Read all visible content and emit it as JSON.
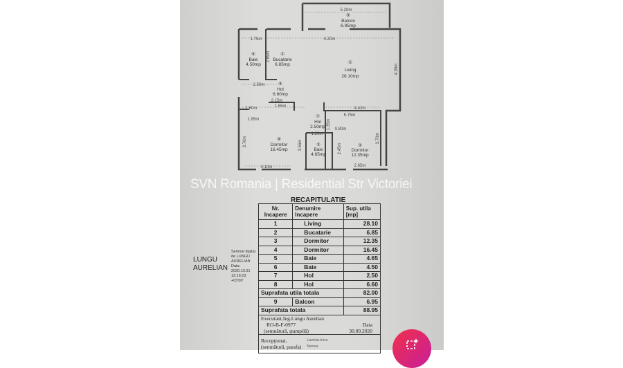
{
  "watermark": "SVN Romania | Residential Str Victoriei",
  "rooms": [
    {
      "nr": "1",
      "name": "Living",
      "area": "28.10mp"
    },
    {
      "nr": "2",
      "name": "Bucatarie",
      "area": "6.85mp"
    },
    {
      "nr": "3",
      "name": "Dormitor",
      "area": "12.35mp"
    },
    {
      "nr": "4",
      "name": "Dormitor",
      "area": "16.45mp"
    },
    {
      "nr": "5",
      "name": "Baie",
      "area": "4.65mp"
    },
    {
      "nr": "6",
      "name": "Baie",
      "area": "4.50mp"
    },
    {
      "nr": "7",
      "name": "Hol",
      "area": "2.50mp"
    },
    {
      "nr": "8",
      "name": "Hol",
      "area": "6.60mp"
    },
    {
      "nr": "9",
      "name": "Balcon",
      "area": "6.95mp"
    }
  ],
  "dimensions": [
    "5.20m",
    "4.20m",
    "1.75m",
    "2.85m",
    "4.35m",
    "2.50m",
    "2.15m",
    "1.60m",
    "1.55m",
    "1.95m",
    "4.42m",
    "5.75m",
    "1.20m",
    "0.80m",
    "3.70m",
    "3.55m",
    "2.45m",
    "2.50m",
    "3.70m",
    "4.10m",
    "2.65m",
    "1.35m"
  ],
  "recap": {
    "title": "RECAPITULATIE",
    "headers": [
      "Nr. Incapere",
      "Denumire Incapere",
      "Sup. utila [mp]"
    ],
    "rows": [
      [
        "1",
        "Living",
        "28.10"
      ],
      [
        "2",
        "Bucatarie",
        "6.85"
      ],
      [
        "3",
        "Dormitor",
        "12.35"
      ],
      [
        "4",
        "Dormitor",
        "16.45"
      ],
      [
        "5",
        "Baie",
        "4.65"
      ],
      [
        "6",
        "Baie",
        "4.50"
      ],
      [
        "7",
        "Hol",
        "2.50"
      ],
      [
        "8",
        "Hol",
        "6.60"
      ]
    ],
    "subtotal_label": "Suprafata utila totala",
    "subtotal": "82.00",
    "balcony": [
      "9",
      "Balcon",
      "6.95"
    ],
    "total_label": "Suprafata totala",
    "total": "88.95",
    "executant": "Executant,Ing.Lungu Aurelian",
    "license": "RO-B-F-0977",
    "sign_stamp": "(semnătură, ştampilă)",
    "date_label": "Data",
    "date": "30.09.2020",
    "receptionat": "Recepţionat,",
    "sign_parafa": "(semnătură, parafa)",
    "receiver": "Lavinia-Irina Nenea"
  },
  "signature": {
    "name": "LUNGU AURELIAN",
    "note": "Semnat digital de LUNGU AURELIAN Data: 2020.10.01 12:16:23 +03'00'"
  },
  "fab": {
    "icon": "sparkle-image-icon",
    "color_start": "#f0304a",
    "color_end": "#c81e9a"
  }
}
